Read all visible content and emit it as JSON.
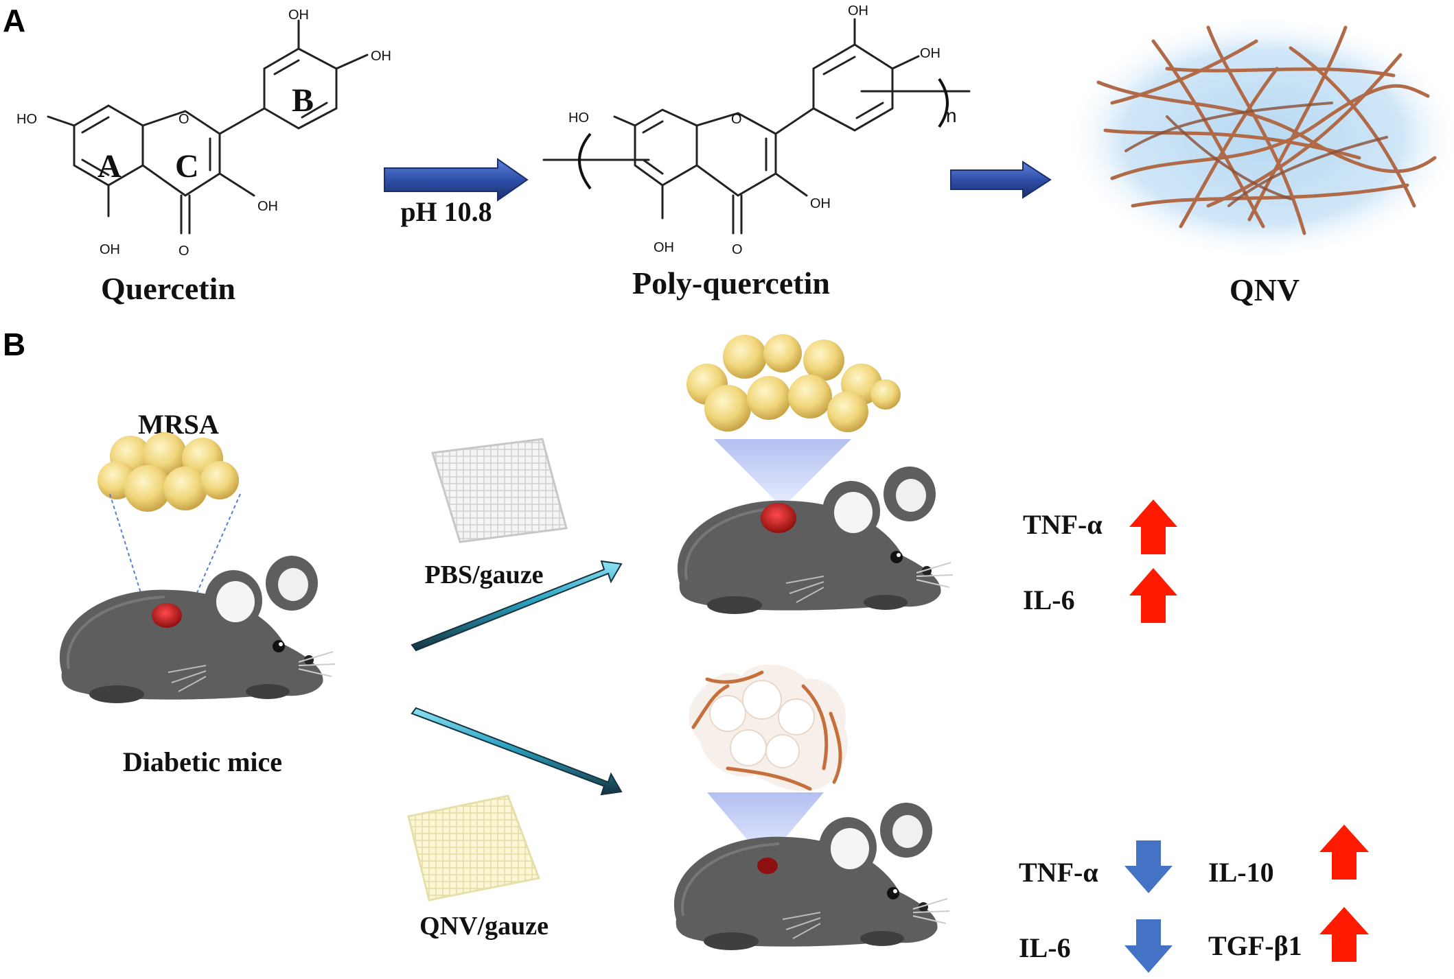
{
  "panel_a": {
    "label": "A",
    "quercetin": {
      "name": "Quercetin",
      "rings": [
        "A",
        "B",
        "C"
      ],
      "substituents": [
        "OH",
        "OH",
        "HO",
        "OH",
        "OH",
        "O",
        "O"
      ]
    },
    "reaction_condition": "pH 10.8",
    "polymer": {
      "name": "Poly-quercetin",
      "repeat_subscript": "n",
      "substituents": [
        "OH",
        "OH",
        "HO",
        "OH",
        "OH",
        "O",
        "O"
      ]
    },
    "product": "QNV"
  },
  "panel_b": {
    "label": "B",
    "pathogen": "MRSA",
    "model": "Diabetic mice",
    "treatment_control": "PBS/gauze",
    "treatment_test": "QNV/gauze",
    "control_markers": [
      {
        "name": "TNF-α",
        "direction": "up",
        "color": "#ff1a00"
      },
      {
        "name": "IL-6",
        "direction": "up",
        "color": "#ff1a00"
      }
    ],
    "test_markers_left": [
      {
        "name": "TNF-α",
        "direction": "down",
        "color": "#4472c4"
      },
      {
        "name": "IL-6",
        "direction": "down",
        "color": "#4472c4"
      }
    ],
    "test_markers_right": [
      {
        "name": "IL-10",
        "direction": "up",
        "color": "#ff1a00"
      },
      {
        "name": "TGF-β1",
        "direction": "up",
        "color": "#ff1a00"
      }
    ]
  },
  "colors": {
    "mouse_body": "#5a5a5a",
    "bacteria": "#e8c24a",
    "wound": "#cc1f1f",
    "fiber": "#b06a48",
    "arrow_blue": "#2f4f9f",
    "arrow_teal": "#3aa8c4"
  }
}
